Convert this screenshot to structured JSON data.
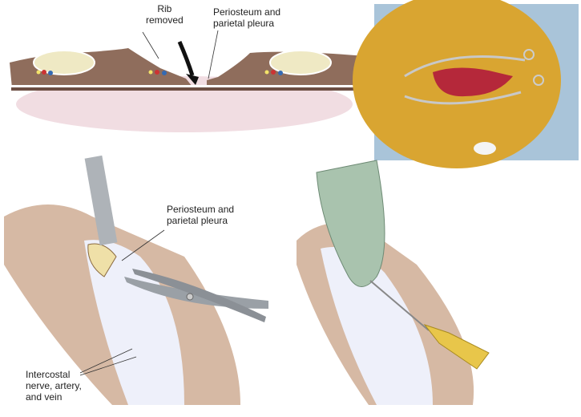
{
  "labels": {
    "rib_removed": [
      "Rib",
      "removed"
    ],
    "periosteum_top": [
      "Periosteum and",
      "parietal pleura"
    ],
    "periosteum_bottom": [
      "Periosteum and",
      "parietal pleura"
    ],
    "intercostal": [
      "Intercostal",
      "nerve, artery,",
      "and vein"
    ]
  },
  "colors": {
    "muscle": "#8a6a5a",
    "lung": "#f1dde2",
    "bone": "#efe9c4",
    "photo_field": "#d9a531",
    "drape": "#a9c4d9",
    "instrument": "#9aa0a6",
    "glove": "#a9c3ae",
    "probe_handle": "#e8c64a"
  }
}
